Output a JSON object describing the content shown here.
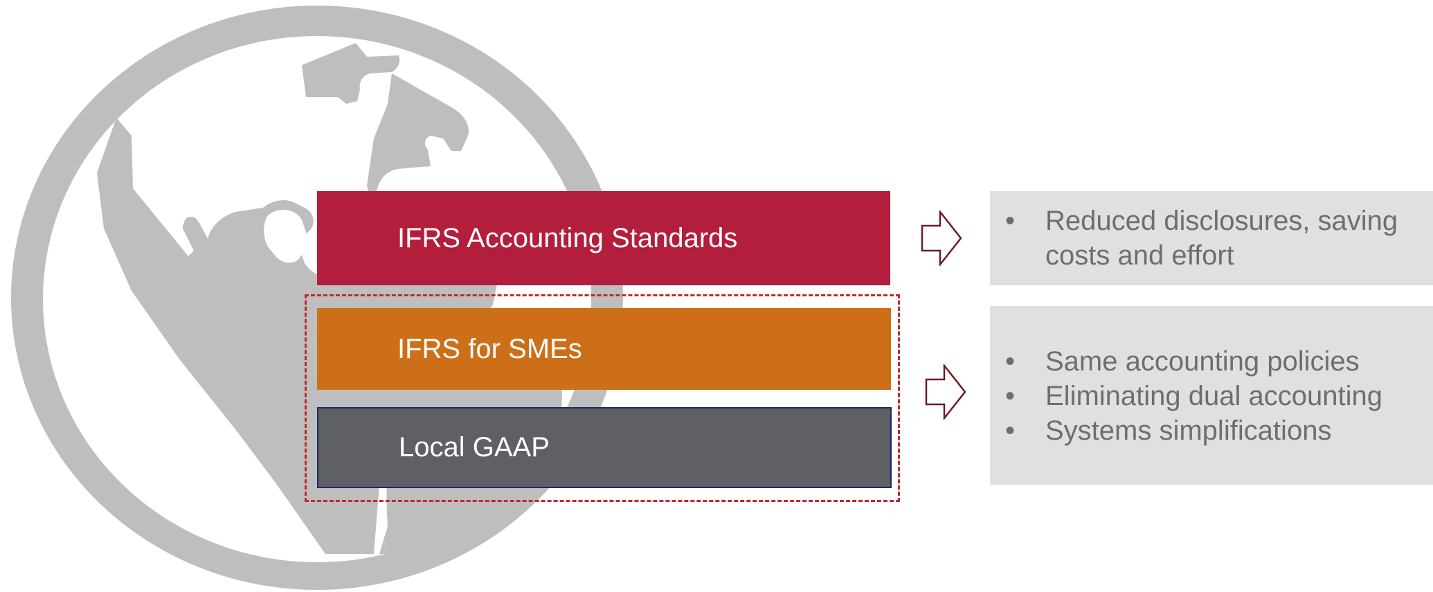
{
  "colors": {
    "globe": "#bebebe",
    "ifrs_bar": "#b21e3c",
    "sme_bar": "#cc6f18",
    "gaap_bar": "#5f6064",
    "dashed_border": "#c0282e",
    "arrow_outline": "#6b1a24",
    "panel_bg": "#e0e0e0",
    "panel_text": "#6e6e70"
  },
  "icons": {
    "background": "globe-icon",
    "connector": "hollow-right-arrow-icon"
  },
  "bars": {
    "ifrs": "IFRS Accounting Standards",
    "sme": "IFRS for SMEs",
    "gaap": "Local GAAP"
  },
  "panels": {
    "top": {
      "bullet": "•",
      "items": [
        "Reduced disclosures, saving costs and effort"
      ]
    },
    "bottom": {
      "bullet": "•",
      "items": [
        "Same accounting policies",
        "Eliminating dual accounting",
        "Systems simplifications"
      ]
    }
  }
}
